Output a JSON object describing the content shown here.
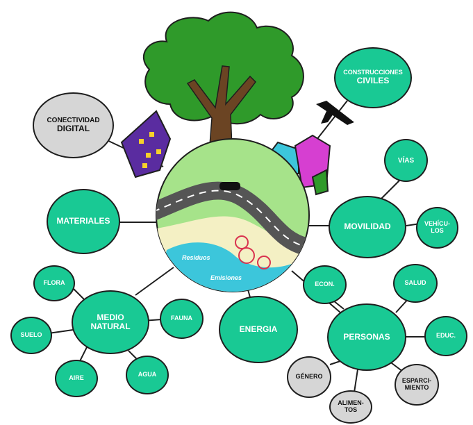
{
  "nodes": {
    "construcciones_line1": "CONSTRUCCIONES",
    "construcciones_line2": "CIVILES",
    "conectividad_line1": "CONECTIVIDAD",
    "conectividad_line2": "DIGITAL",
    "materiales": "MATERIALES",
    "vias": "VÍAS",
    "movilidad": "MOVILIDAD",
    "vehiculos_line1": "VEHÍCU-",
    "vehiculos_line2": "LOS",
    "flora": "FLORA",
    "medio_line1": "MEDIO",
    "medio_line2": "NATURAL",
    "fauna": "FAUNA",
    "suelo": "SUELO",
    "aire": "AIRE",
    "agua": "AGUA",
    "energia": "ENERGIA",
    "econ": "ECON.",
    "salud": "SALUD",
    "personas": "PERSONAS",
    "educ": "EDUC.",
    "genero": "GÉNERO",
    "esparcimiento_line1": "ESPARCI-",
    "esparcimiento_line2": "MIENTO",
    "alimentos_line1": "ALIMEN-",
    "alimentos_line2": "TOS"
  },
  "globe": {
    "residuos": "Residuos",
    "emisiones": "Emisiones"
  },
  "colors": {
    "node_fill": "#19c994",
    "gray_node_fill": "#d6d6d6",
    "globe_green": "#a6e38a",
    "road": "#555555",
    "water": "#3cc6db",
    "sand": "#f4f0c4",
    "tree": "#2f9a2a",
    "trunk": "#6b4423"
  }
}
